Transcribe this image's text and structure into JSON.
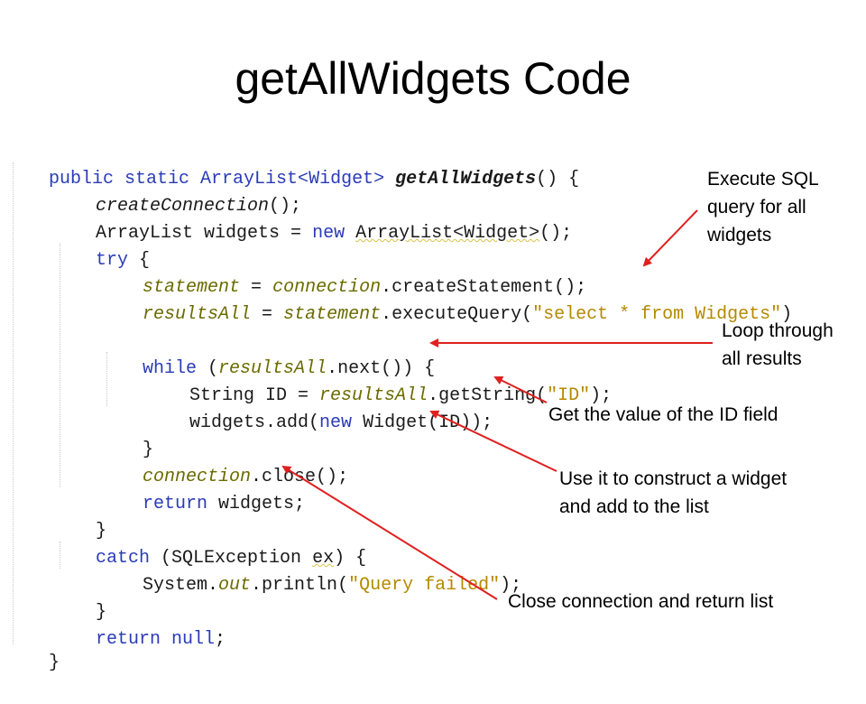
{
  "slide": {
    "title": "getAllWidgets Code"
  },
  "code": {
    "lines": [
      [
        "public static ArrayList<Widget> ",
        "getAllWidgets",
        "() {"
      ],
      [
        "createConnection",
        "();"
      ],
      [
        "ArrayList widgets = ",
        "new ",
        "ArrayList<Widget>",
        "();"
      ],
      [
        "try",
        " {"
      ],
      [
        "statement",
        " = ",
        "connection",
        ".createStatement();"
      ],
      [
        "resultsAll",
        " = ",
        "statement",
        ".executeQuery(",
        "\"select * from Widgets\"",
        ")"
      ],
      [
        ""
      ],
      [
        "while",
        " (",
        "resultsAll",
        ".next()) {"
      ],
      [
        "String ID = ",
        "resultsAll",
        ".getString(",
        "\"ID\"",
        ");"
      ],
      [
        "widgets.add(",
        "new ",
        "Widget(ID));"
      ],
      [
        "}"
      ],
      [
        "connection",
        ".close();"
      ],
      [
        "return",
        " widgets;"
      ],
      [
        "}"
      ],
      [
        "catch",
        " (SQLException ",
        "ex",
        ") {"
      ],
      [
        "System.",
        "out",
        ".println(",
        "\"Query failed\"",
        ");"
      ],
      [
        "}"
      ],
      [
        "return null",
        ";"
      ],
      [
        "}"
      ]
    ]
  },
  "annotations": {
    "execute_sql": "Execute SQL\nquery for all\nwidgets",
    "loop": "Loop through\nall results",
    "get_id": "Get the value of the ID field",
    "construct": "Use it to construct a widget\nand add to the list",
    "close": "Close connection and return list"
  },
  "colors": {
    "keyword": "#2a3bb8",
    "field": "#6b6b00",
    "string": "#b58900",
    "arrow": "#e02020"
  }
}
